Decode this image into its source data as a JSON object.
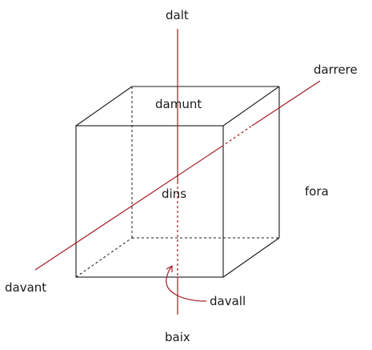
{
  "diagram": {
    "labels": {
      "up": "dalt",
      "back": "darrere",
      "top_face": "damunt",
      "inside": "dins",
      "outside": "fora",
      "front": "davant",
      "underneath": "davall",
      "down": "baix"
    },
    "colors": {
      "axis": "#a51c24",
      "cube": "#1a1a1a",
      "text": "#1a1a1a",
      "background": "#ffffff"
    }
  }
}
